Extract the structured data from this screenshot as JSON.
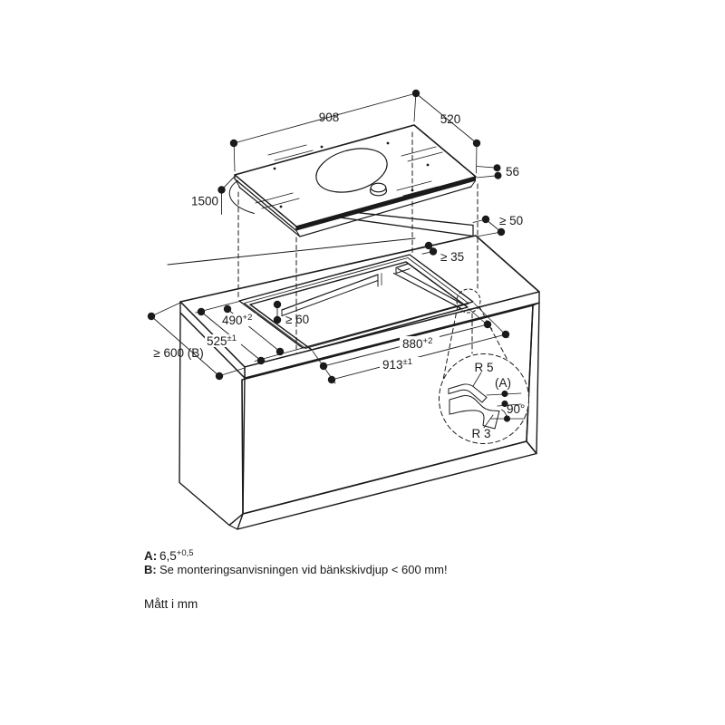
{
  "figure": {
    "dims": {
      "width": "908",
      "depth": "520",
      "height": "56",
      "cable": "1500",
      "wall_back": "≥ 50",
      "edge_back": "≥ 35",
      "clear_below": "≥ 60",
      "worktop_depth": "≥ 600 (B)",
      "cutout_depth": {
        "base": "490",
        "sup": "+2"
      },
      "recess_depth": {
        "base": "525",
        "sup": "±1"
      },
      "cutout_width": {
        "base": "880",
        "sup": "+2"
      },
      "recess_width": {
        "base": "913",
        "sup": "±1"
      }
    },
    "detail": {
      "radius_top": "R 5",
      "ref": "(A)",
      "angle": "90°",
      "radius_bottom": "R 3"
    },
    "notes": {
      "a_key": "A:",
      "a_value": "6,5",
      "a_sup": "+0,5",
      "b_key": "B:",
      "b_value": "Se monteringsanvisningen vid bänkskivdjup < 600 mm!"
    },
    "footer": "Mått i mm",
    "colors": {
      "line": "#1a1a1a",
      "bg": "#ffffff"
    }
  }
}
